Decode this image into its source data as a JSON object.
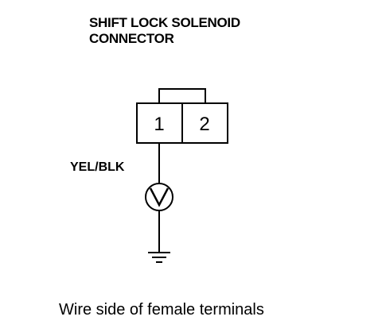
{
  "title": {
    "line1": "SHIFT LOCK SOLENOID",
    "line2": "CONNECTOR"
  },
  "connector": {
    "terminals": [
      "1",
      "2"
    ]
  },
  "wire": {
    "color_label": "YEL/BLK"
  },
  "symbols": {
    "meter": "voltmeter-icon",
    "ground": "ground-icon"
  },
  "caption": "Wire side of female terminals"
}
